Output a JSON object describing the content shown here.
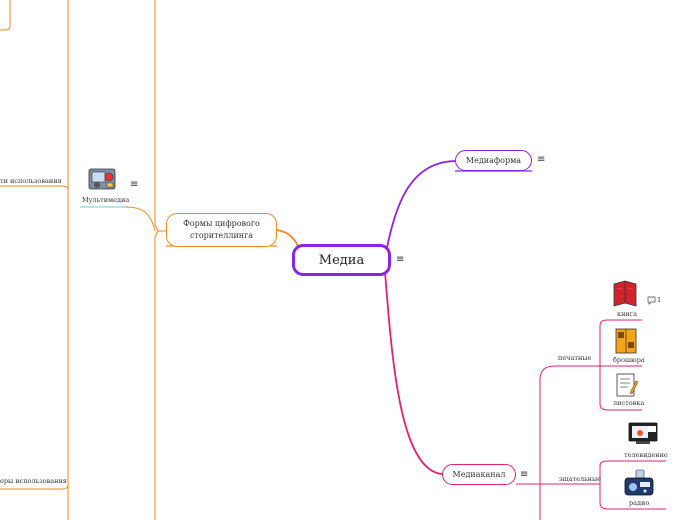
{
  "central": {
    "label": "Медиа"
  },
  "topics": {
    "mediaform": "Медиаформа",
    "mediakanal": "Медиаканал",
    "forms": "Формы цифрового сторителлинга"
  },
  "forms_branch": {
    "multimedia": "Мультимедиа",
    "usage_1": "ти использования",
    "usage_2": "еры использования"
  },
  "kanal_branch": {
    "printed": "печатные",
    "electronic": "эщательные",
    "book": "книга",
    "brochure": "брошюра",
    "leaflet": "листовка",
    "tv": "телевидение",
    "radio": "радио"
  },
  "comment": {
    "count": "1"
  },
  "menu_glyph": "≡",
  "colors": {
    "purple": "#8a25e6",
    "pink": "#e0246e",
    "orange": "#f08a1c"
  }
}
